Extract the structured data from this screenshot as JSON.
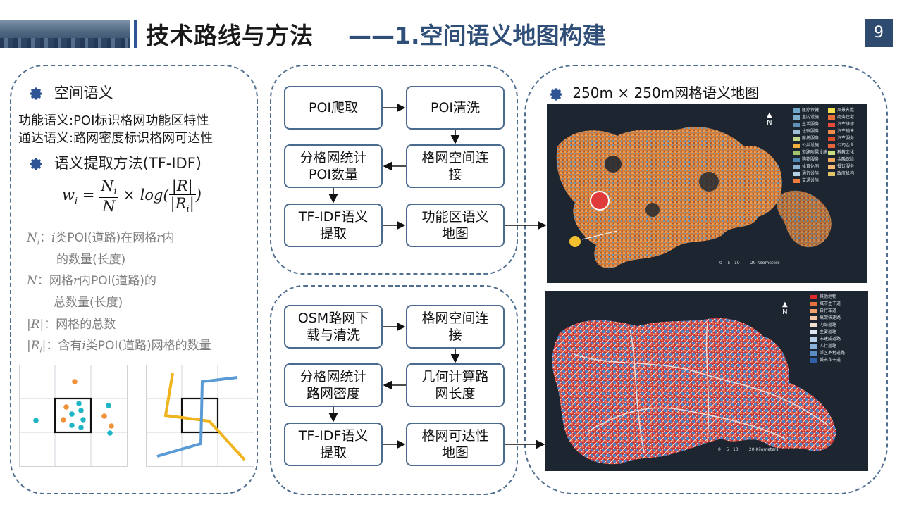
{
  "header": {
    "title": "技术路线与方法",
    "subtitle": "——1.空间语义地图构建",
    "page_number": "9"
  },
  "left_panel": {
    "section1_title": "空间语义",
    "line1": "功能语义:POI标识格网功能区特性",
    "line2": "通达语义:路网密度标识格网可达性",
    "section2_title": "语义提取方法(TF-IDF)",
    "formula": {
      "lhs": "w",
      "lhs_sub": "i",
      "num": "N",
      "num_sub": "i",
      "den": "N",
      "op": "× log(",
      "num2": "|R|",
      "den2": "|R",
      "den2_sub": "i",
      "den2_end": "|",
      "close": ")"
    },
    "def1_sym": "N",
    "def1_sub": "i",
    "def1_a": "：",
    "def1_b": "i",
    "def1_c": "类POI(道路)在网格",
    "def1_d": "r",
    "def1_e": "内",
    "def1_line2": "的数量(长度)",
    "def2_sym": "N",
    "def2_a": "：网格",
    "def2_b": "r",
    "def2_c": "内POI(道路)的",
    "def2_line2": "总数量(长度)",
    "def3_sym": "|R|",
    "def3_text": "：网格的总数",
    "def4_sym": "|R",
    "def4_sub": "i",
    "def4_end": "|",
    "def4_a": "：含有",
    "def4_b": "i",
    "def4_c": "类POI(道路)网格的数量"
  },
  "flow_top": {
    "boxes": [
      "POI爬取",
      "POI清洗",
      "分格网统计\nPOI数量",
      "格网空间连\n接",
      "TF-IDF语义\n提取",
      "功能区语义\n地图"
    ]
  },
  "flow_bottom": {
    "boxes": [
      "OSM路网下\n载与清洗",
      "格网空间连\n接",
      "分格网统计\n路网密度",
      "几何计算路\n网长度",
      "TF-IDF语义\n提取",
      "格网可达性\n地图"
    ]
  },
  "maps": {
    "title": "250m × 250m网格语义地图",
    "map1_legend": [
      "医疗保健",
      "风景名胜",
      "室内设施",
      "商务住宅",
      "生活服务",
      "汽车维修",
      "住宿服务",
      "汽车销售",
      "摩托服务",
      "汽车服务",
      "公共设施",
      "公司企业",
      "道路附属设施",
      "科教文化",
      "购物服务",
      "金融保险",
      "体育休闲",
      "餐饮服务",
      "通行设施",
      "政府机构",
      "交通设施"
    ],
    "map1_legend_colors": [
      "#6fa8c8",
      "#f4e04d",
      "#7fb0cc",
      "#e8703a",
      "#5e8fb8",
      "#e84b3c",
      "#9ec0d8",
      "#f08c4a",
      "#c4d88a",
      "#d94d2a",
      "#f3b03a",
      "#e8643a",
      "#a3c46a",
      "#c9e07a",
      "#4f86b0",
      "#f2a85c",
      "#8ab4d2",
      "#f5b870",
      "#b8d0e4",
      "#e0c46a",
      "#f07a3a"
    ],
    "map2_legend": [
      "其他地物",
      "城市主干道",
      "自行车道",
      "高架快速路",
      "内部道路",
      "主要道路",
      "未建成道路",
      "人行道路",
      "郊区乡村道路",
      "城市次干道"
    ],
    "map2_legend_colors": [
      "#e02a2a",
      "#e8703a",
      "#f4a06a",
      "#f6c8a8",
      "#f4e0d0",
      "#dfe8f2",
      "#b8d0ea",
      "#8ab2dc",
      "#5a8cc8",
      "#3060a8"
    ],
    "scale_text": "0    5   10        20 Kilometers",
    "north": "N"
  }
}
